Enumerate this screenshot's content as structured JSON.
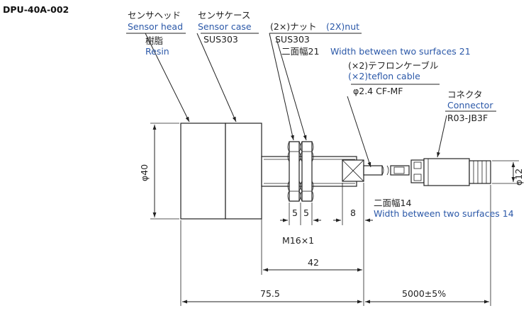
{
  "model": "DPU-40A-002",
  "colors": {
    "line": "#222222",
    "english_label": "#2b58a8",
    "background": "#ffffff"
  },
  "callouts": {
    "sensor_head": {
      "ja": "センサヘッド",
      "en": "Sensor head",
      "material_ja": "樹脂",
      "material_en": "Resin"
    },
    "sensor_case": {
      "ja": "センサケース",
      "en": "Sensor case",
      "material": "SUS303"
    },
    "nut": {
      "ja": "(2×)ナット",
      "en": "(2X)nut",
      "material": "SUS303",
      "width_ja": "二面幅21",
      "width_en": "Width between two surfaces 21"
    },
    "cable": {
      "ja": "(×2)テフロンケーブル",
      "en": "(×2)teflon cable",
      "spec": "φ2.4  CF-MF"
    },
    "connector": {
      "ja": "コネクタ",
      "en": "Connector",
      "part": "R03-JB3F"
    },
    "hex": {
      "ja": "二面幅14",
      "en": "Width between two surfaces 14"
    }
  },
  "dimensions": {
    "head_diameter": "φ40",
    "connector_diameter": "φ12",
    "nut_width_1": "5",
    "nut_width_2": "5",
    "hex_length": "8",
    "thread": "M16×1",
    "thread_length": "42",
    "total_length": "75.5",
    "cable_length": "5000±5%"
  }
}
